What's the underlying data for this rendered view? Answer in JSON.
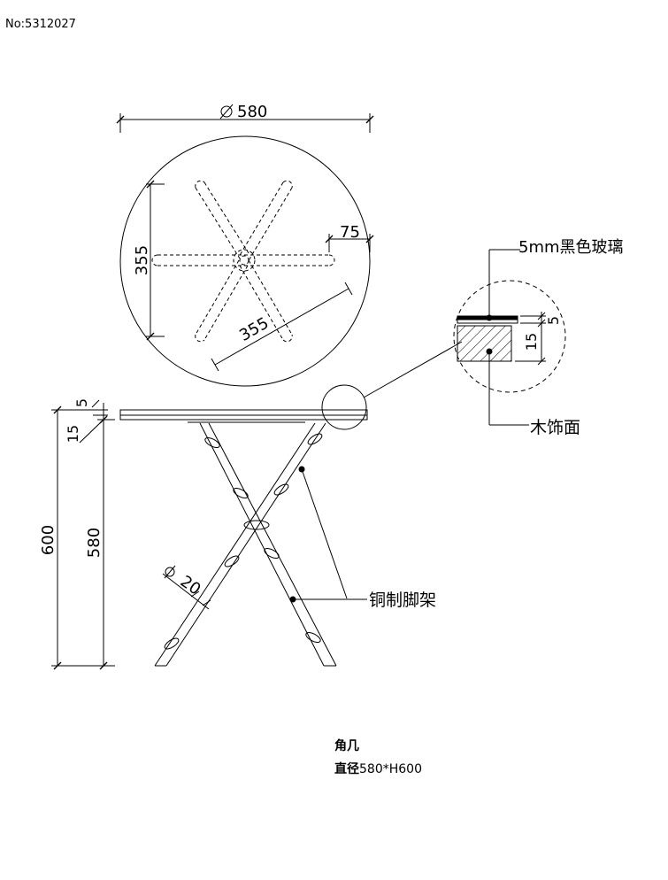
{
  "header": {
    "id": "No:5312027"
  },
  "dimensions": {
    "diameter": "580",
    "leg_span_vertical": "355",
    "leg_span_diagonal": "355",
    "offset": "75",
    "glass_thickness": "5",
    "wood_thickness": "15",
    "top_5": "5",
    "top_15": "15",
    "total_height": "600",
    "leg_height": "580",
    "tube_diameter": "20"
  },
  "labels": {
    "glass": "5mm黑色玻璃",
    "wood": "木饰面",
    "frame": "铜制脚架"
  },
  "caption": {
    "title": "角几",
    "spec_prefix": "直径",
    "spec_value": "580*H600"
  }
}
